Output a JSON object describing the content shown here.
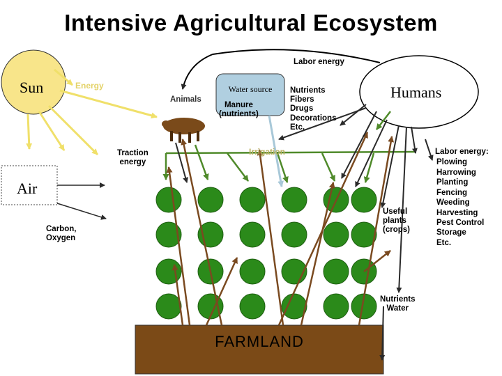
{
  "title": "Intensive Agricultural Ecosystem",
  "nodes": {
    "sun": "Sun",
    "air": "Air",
    "humans": "Humans",
    "water_source": "Water source",
    "farmland": "FARMLAND"
  },
  "labels": {
    "labor_energy_top": "Labor energy",
    "energy": "Energy",
    "animals": "Animals",
    "manure": "Manure\n(nutrients)",
    "traction": "Traction\nenergy",
    "irrigation": "Irrigation",
    "outputs": "Nutrients\nFibers\nDrugs\nDecorations\nEtc.",
    "carbon_oxygen": "Carbon,\nOxygen",
    "useful_plants": "Useful\nplants\n(crops)",
    "nutrients_water": "Nutrients\nWater",
    "labor_list_header": "Labor energy:",
    "labor_list": [
      "Plowing",
      "Harrowing",
      "Planting",
      "Fencing",
      "Weeding",
      "Harvesting",
      "Pest Control",
      "Storage",
      "Etc."
    ]
  },
  "colors": {
    "sun_fill": "#f8e58a",
    "sun_rays": "#f0e06a",
    "plant_fill": "#2b8a1a",
    "plant_stroke": "#1f5f12",
    "farmland_fill": "#7b4a17",
    "green_arrow": "#4f8a2a",
    "brown_arrow": "#7a4a20",
    "dark_arrow": "#2a2a2a",
    "water_fill": "#b0cfe0",
    "water_arrow": "#a8c8d8",
    "animal": "#7a4a1a"
  },
  "icons": {
    "animal": "cow-icon"
  }
}
